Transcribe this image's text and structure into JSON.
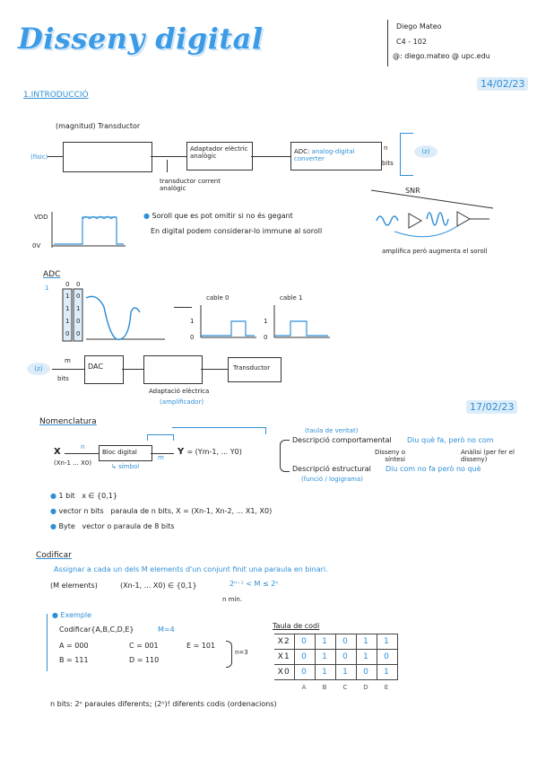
{
  "header": {
    "title": "Disseny digital",
    "author": "Diego Mateo",
    "group": "C4 - 102",
    "email": "@: diego.mateo @ upc.edu",
    "date1": "14/02/23"
  },
  "intro": {
    "heading": "1.INTRODUCCIÓ",
    "magnitud": "(magnitud)  Transductor",
    "fisic": "(fisic)",
    "adaptador": "Adaptador elèctric analògic",
    "adc_label": "ADC:",
    "adc_desc": "analog-digital converter",
    "n": "n",
    "bits": "bits",
    "circle": "(z)",
    "transductor_note": "transductor corrent analògic",
    "vdd": "VDD",
    "zero_v": "0V",
    "soroll_note": "Soroll que es pot omitir si no és gegant",
    "digital_note": "En digital podem considerar-lo immune al soroll",
    "snr": "SNR",
    "amplifica_note": "amplifica però augmenta el soroll"
  },
  "adc_diagram": {
    "label": "ADC",
    "bits_top": [
      "0",
      "0"
    ],
    "bits_col1": [
      "1",
      "1",
      "1",
      "0"
    ],
    "bits_col2": [
      "0",
      "1",
      "0",
      "0"
    ],
    "scale_1": "1",
    "cable0": "cable 0",
    "cable1": "cable 1",
    "one": "1",
    "zero": "0",
    "circle_left": "(z)",
    "m": "m",
    "bits": "bits",
    "dac": "DAC",
    "transductor": "Transductor",
    "adaptacio": "Adaptació elèctrica",
    "amplificador": "(amplificador)"
  },
  "date2": "17/02/23",
  "nomenclatura": {
    "heading": "Nomenclatura",
    "x_label": "X",
    "x_vec": "(Xn-1 ... X0)",
    "n": "n",
    "m": "m",
    "bloc": "Bloc digital",
    "simbol": "símbol",
    "y_expr": "= (Ym-1, ... Y0)",
    "taula": "(taula de veritat)",
    "comportamental": "Descripció comportamental",
    "fa_que": "Diu què fa, però no com",
    "dis_sintesi": "Disseny o síntesi",
    "analisi": "Anàlisi (per fer el disseny)",
    "estructural": "Descripció estructural",
    "fa_com": "Diu com no fa però no què",
    "funcio": "(funció / logigrama)",
    "bullets": [
      {
        "key": "1 bit",
        "val": "x ∈ {0,1}"
      },
      {
        "key": "vector n bits",
        "val": "paraula de n bits, X = (Xn-1, Xn-2, ... X1, X0)"
      },
      {
        "key": "Byte",
        "val": "vector o paraula de 8 bits"
      }
    ]
  },
  "codificar": {
    "heading": "Codificar",
    "desc": "Assignar a cada un dels M elements d'un conjunt finit una paraula en binari.",
    "m_elements": "(M elements)",
    "expr": "(Xn-1, ... X0) ∈ {0,1}",
    "ineq": "2ⁿ⁻¹ < M ≤ 2ⁿ",
    "n_min": "n mín.",
    "exemple": "Exemple",
    "codificar_set": "Codificar{A,B,C,D,E}",
    "m4": "M=4",
    "codes": [
      "A = 000",
      "C = 001",
      "E = 101",
      "B = 111",
      "D = 110"
    ],
    "n3": "n=3",
    "taula_title": "Taula de codi",
    "rows": [
      {
        "label": "X2",
        "vals": [
          "0",
          "1",
          "0",
          "1",
          "1"
        ]
      },
      {
        "label": "X1",
        "vals": [
          "0",
          "1",
          "0",
          "1",
          "0"
        ]
      },
      {
        "label": "X0",
        "vals": [
          "0",
          "1",
          "1",
          "0",
          "1"
        ]
      }
    ],
    "cols": [
      "A",
      "B",
      "C",
      "D",
      "E"
    ],
    "footer": "n bits:  2ⁿ paraules diferents;  (2ⁿ)! diferents codis (ordenacions)"
  }
}
